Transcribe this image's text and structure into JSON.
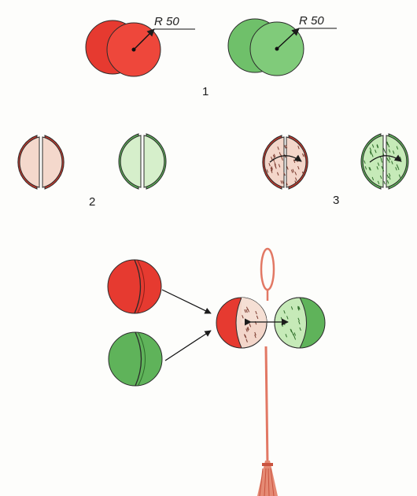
{
  "radius_label_left": "R  50",
  "radius_label_right": "R  50",
  "steps": {
    "one": "1",
    "two": "2",
    "three": "3"
  },
  "colors": {
    "red": "#ec4035",
    "green": "#7bc876",
    "pale_red": "#f4d9cd",
    "pale_green": "#d8f0cd",
    "cord": "#e27864",
    "outline": "#2a2a2a"
  },
  "figure_parts": [
    "red-disc-pair",
    "green-disc-pair",
    "folded-half-discs",
    "slit-discs",
    "assembled-ornament",
    "hanging-cord",
    "tassel"
  ]
}
